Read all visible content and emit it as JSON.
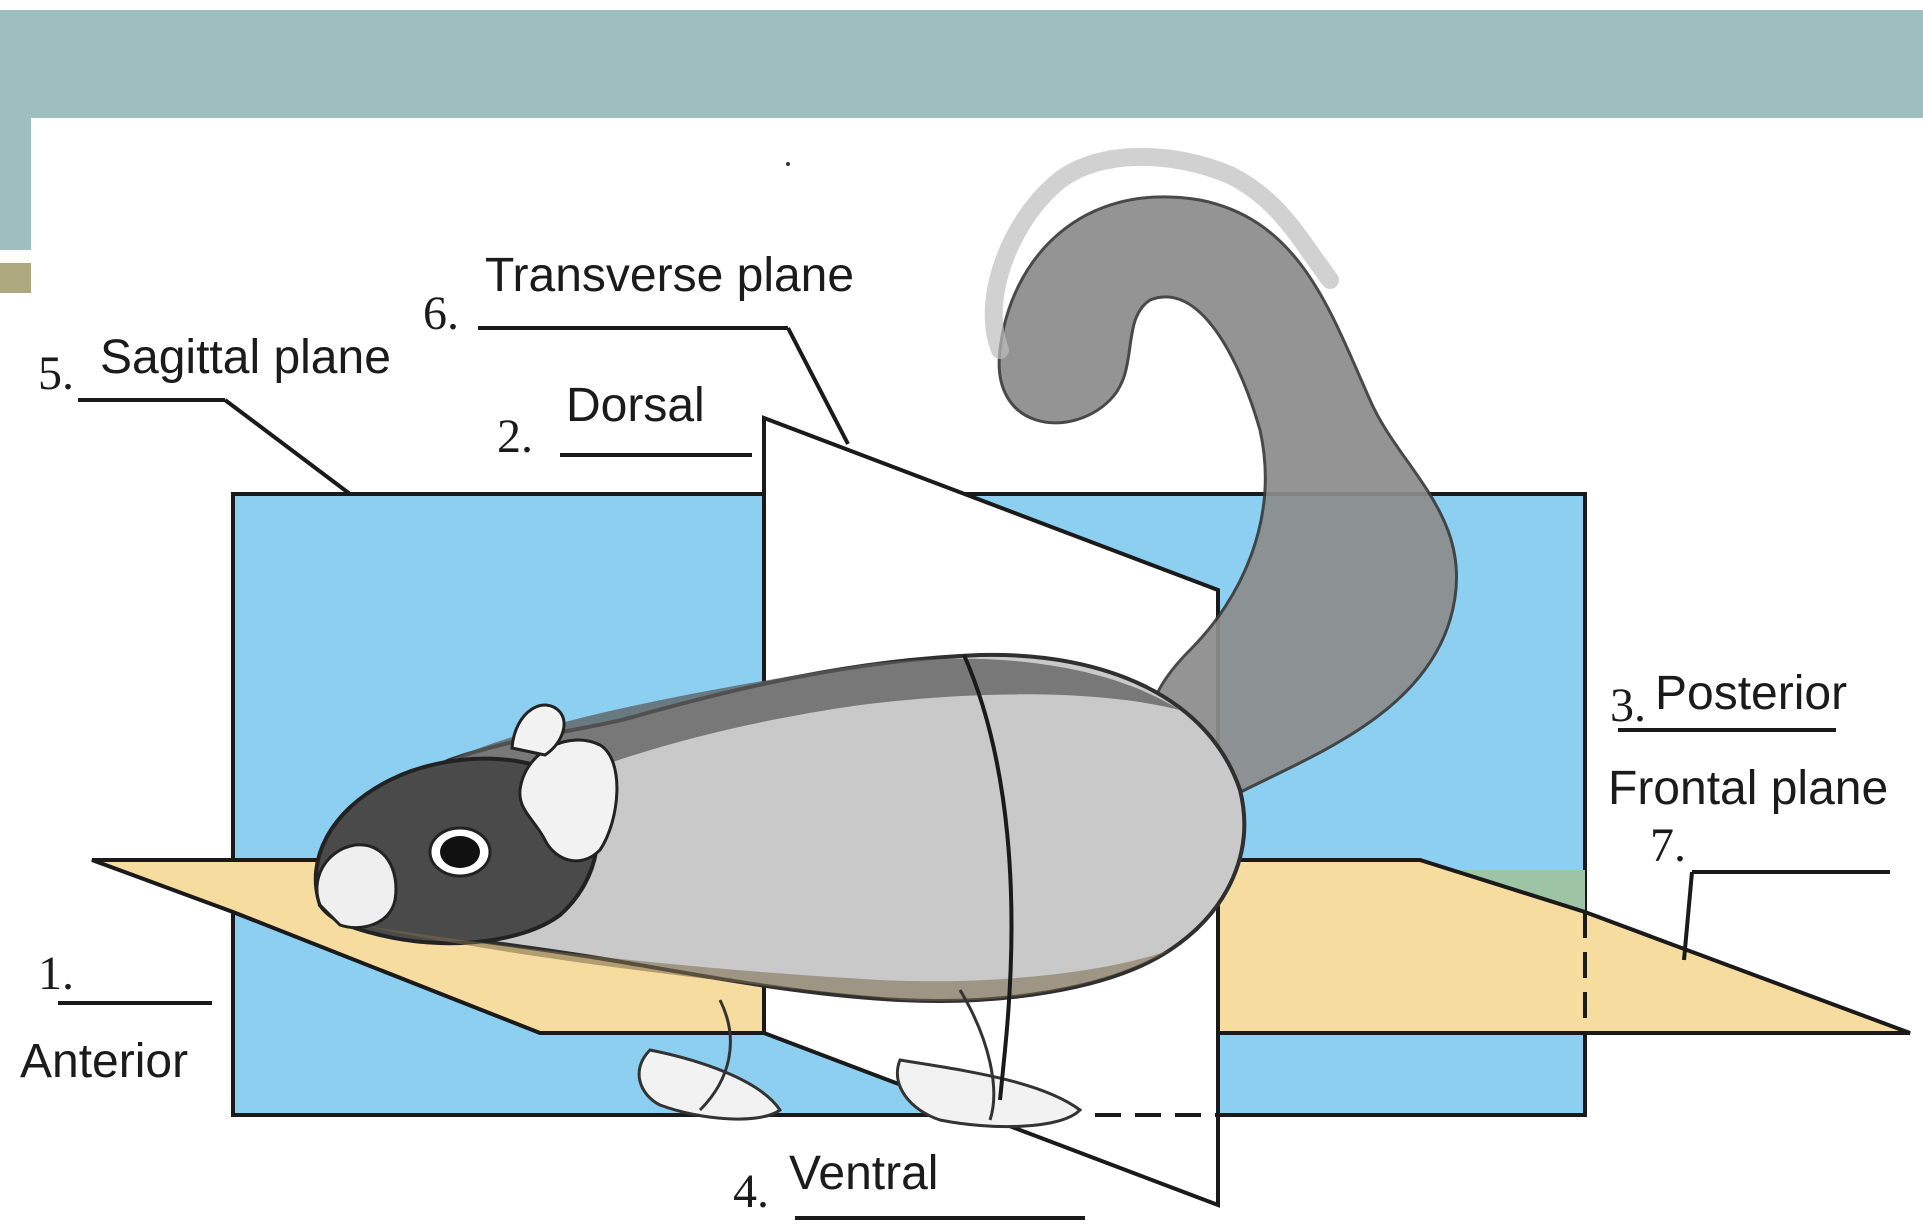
{
  "labels": {
    "transverse": "Transverse plane",
    "sagittal": "Sagittal plane",
    "dorsal": "Dorsal",
    "posterior": "Posterior",
    "frontal": "Frontal plane",
    "anterior": "Anterior",
    "ventral": "Ventral"
  },
  "numbers": {
    "n1": "1.",
    "n2": "2.",
    "n3": "3.",
    "n4": "4.",
    "n5": "5.",
    "n6": "6.",
    "n7": "7."
  },
  "colors": {
    "banner": "#9dbfbf",
    "bullet": "#ada87e",
    "sagittal_plane": "#8dcff0",
    "frontal_plane": "#f7dca0",
    "frontal_plane_back": "#9dc5a5",
    "transverse_plane": "#ffffff"
  },
  "illustration": "squirrel-illustration"
}
